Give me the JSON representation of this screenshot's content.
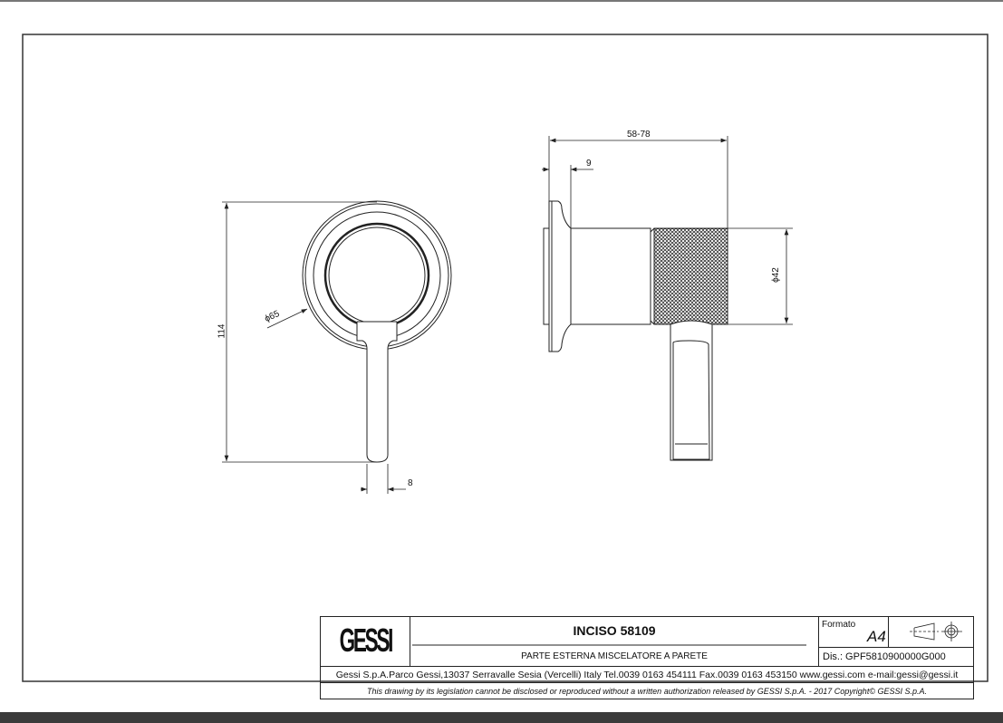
{
  "dimensions": {
    "height_total": "114",
    "plate_diameter": "ϕ65",
    "lever_width": "8",
    "projection": "58-78",
    "flange_thickness": "9",
    "knob_diameter": "ϕ42"
  },
  "title_block": {
    "logo": "GESSI",
    "product_name": "INCISO 58109",
    "description": "PARTE ESTERNA MISCELATORE A PARETE",
    "format_label": "Formato",
    "format_value": "A4",
    "drawing_number": "Dis.: GPF5810900000G000",
    "company_info": "Gessi S.p.A.Parco Gessi,13037 Serravalle Sesia (Vercelli) Italy Tel.0039 0163 454111 Fax.0039 0163 453150 www.gessi.com e-mail:gessi@gessi.it",
    "copyright": "This drawing by its legislation cannot be disclosed or reproduced without a written authorization released by GESSI S.p.A. - 2017 Copyright© GESSI S.p.A."
  }
}
